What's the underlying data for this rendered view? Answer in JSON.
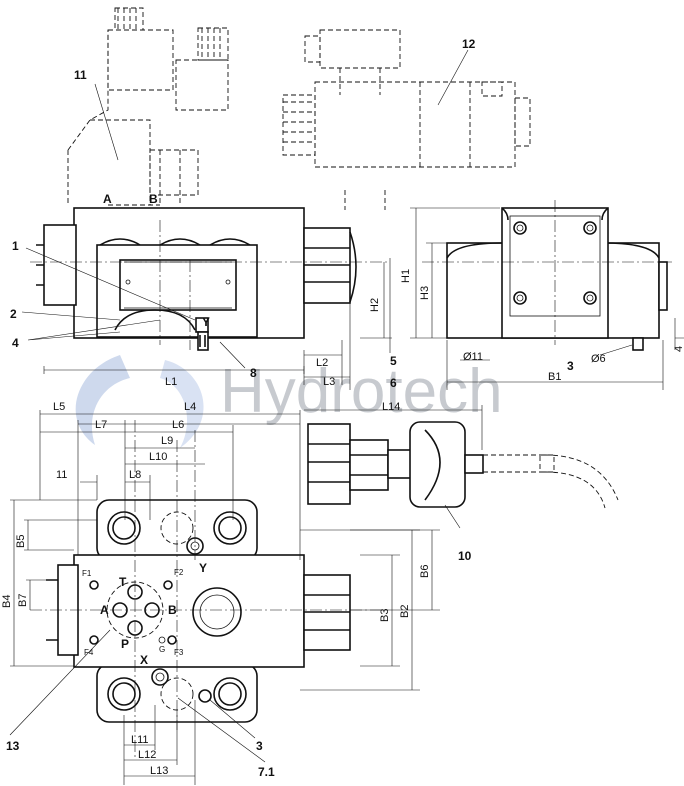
{
  "callouts": {
    "c1": "1",
    "c2": "2",
    "c3a": "3",
    "c3b": "3",
    "c4": "4",
    "c5": "5",
    "c6": "6",
    "c7_1": "7.1",
    "c8": "8",
    "c10": "10",
    "c11": "11",
    "c12": "12",
    "c13": "13"
  },
  "ports": {
    "A_top": "A",
    "B_top": "B",
    "Y_side": "Y",
    "Y_plan": "Y",
    "T": "T",
    "A": "A",
    "B": "B",
    "P": "P",
    "X": "X",
    "F1": "F1",
    "F2": "F2",
    "F3": "F3",
    "F4": "F4",
    "G": "G"
  },
  "dims": {
    "L1": "L1",
    "L2": "L2",
    "L3": "L3",
    "L4": "L4",
    "L5": "L5",
    "L6": "L6",
    "L7": "L7",
    "L8": "L8",
    "L9": "L9",
    "L10": "L10",
    "L11": "L11",
    "L12": "L12",
    "L13": "L13",
    "L14": "L14",
    "l11": "11",
    "H1": "H1",
    "H2": "H2",
    "H3": "H3",
    "B1": "B1",
    "B2": "B2",
    "B3": "B3",
    "B4": "B4",
    "B5": "B5",
    "B6": "B6",
    "B7": "B7",
    "d11": "Ø11",
    "d6": "Ø6",
    "four": "4"
  },
  "watermark": "Hydrotech"
}
